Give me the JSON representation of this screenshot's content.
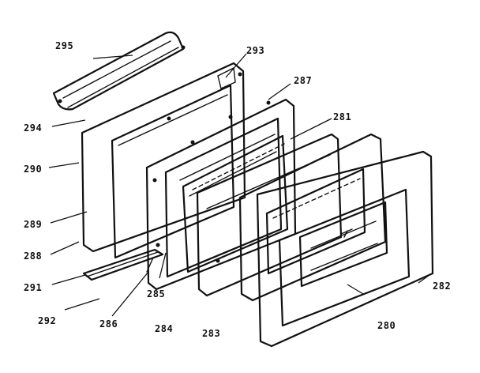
{
  "callouts": {
    "c295": "295",
    "c293": "293",
    "c287": "287",
    "c294": "294",
    "c281": "281",
    "c290": "290",
    "c289": "289",
    "c288": "288",
    "c291": "291",
    "c285": "285",
    "c292": "292",
    "c286": "286",
    "c284": "284",
    "c283": "283",
    "c280": "280",
    "c282": "282"
  },
  "colors": {
    "ink": "#111111",
    "paper": "#ffffff"
  }
}
